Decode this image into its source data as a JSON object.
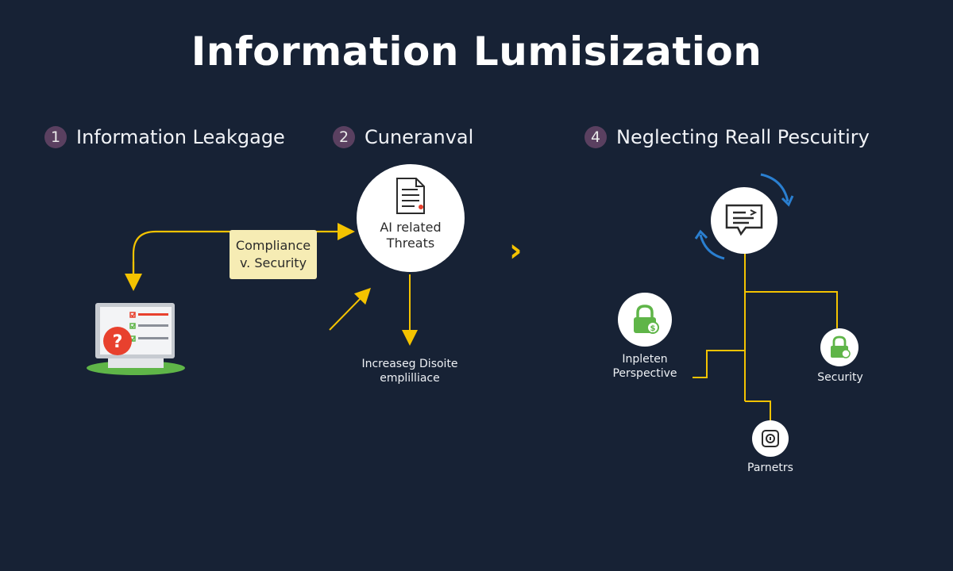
{
  "title": "Information Lumisization",
  "sections": [
    {
      "number": "1",
      "label": "Information Leakgage"
    },
    {
      "number": "2",
      "label": "Cuneranval"
    },
    {
      "number": "4",
      "label": "Neglecting Reall Pescuitiry"
    }
  ],
  "callout": {
    "line1": "Compliance",
    "line2": "v. Security"
  },
  "threat": {
    "line1": "AI related",
    "line2": "Threats"
  },
  "increased": {
    "line1": "Increaseg Disoite",
    "line2": "emplilliace"
  },
  "nodes": {
    "perspective": {
      "line1": "Inpleten",
      "line2": "Perspective"
    },
    "security": "Security",
    "parameters": "Parnetrs"
  },
  "colors": {
    "background": "#172235",
    "accent_yellow": "#f4c300",
    "lock_green": "#5fb548",
    "refresh_blue": "#2a7fd0",
    "alert_red": "#e8412e",
    "badge": "#5a4060"
  }
}
